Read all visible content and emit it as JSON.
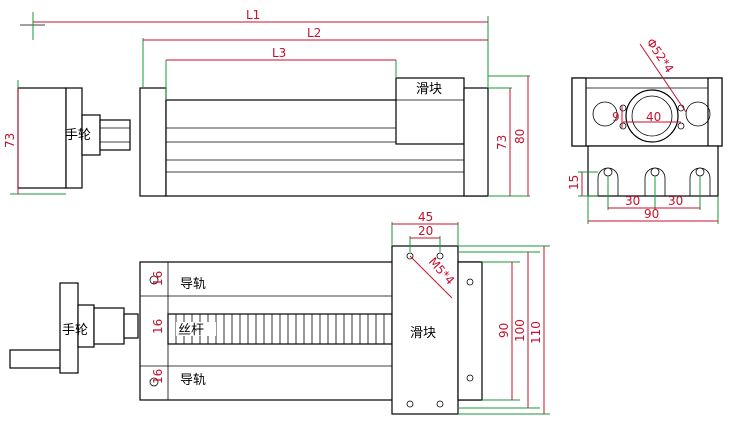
{
  "labels": {
    "handwheel": "手轮",
    "slider": "滑块",
    "guide_rail": "导轨",
    "lead_screw": "丝杆"
  },
  "dimensions": {
    "L1": "L1",
    "L2": "L2",
    "L3": "L3",
    "h73_left": "73",
    "h73_right": "73",
    "h80": "80",
    "w45": "45",
    "w20": "20",
    "m5": "M5*4",
    "v16_top": "16",
    "v16_mid": "16",
    "v16_bot": "16",
    "v90": "90",
    "v100": "100",
    "v110": "110",
    "phi52": "Φ52*4",
    "w40": "40",
    "v9": "9",
    "v15": "15",
    "w30a": "30",
    "w30b": "30",
    "w90": "90"
  },
  "colors": {
    "dimension": "#c8102e",
    "extension": "#1a9a3a",
    "outline": "#000000"
  }
}
